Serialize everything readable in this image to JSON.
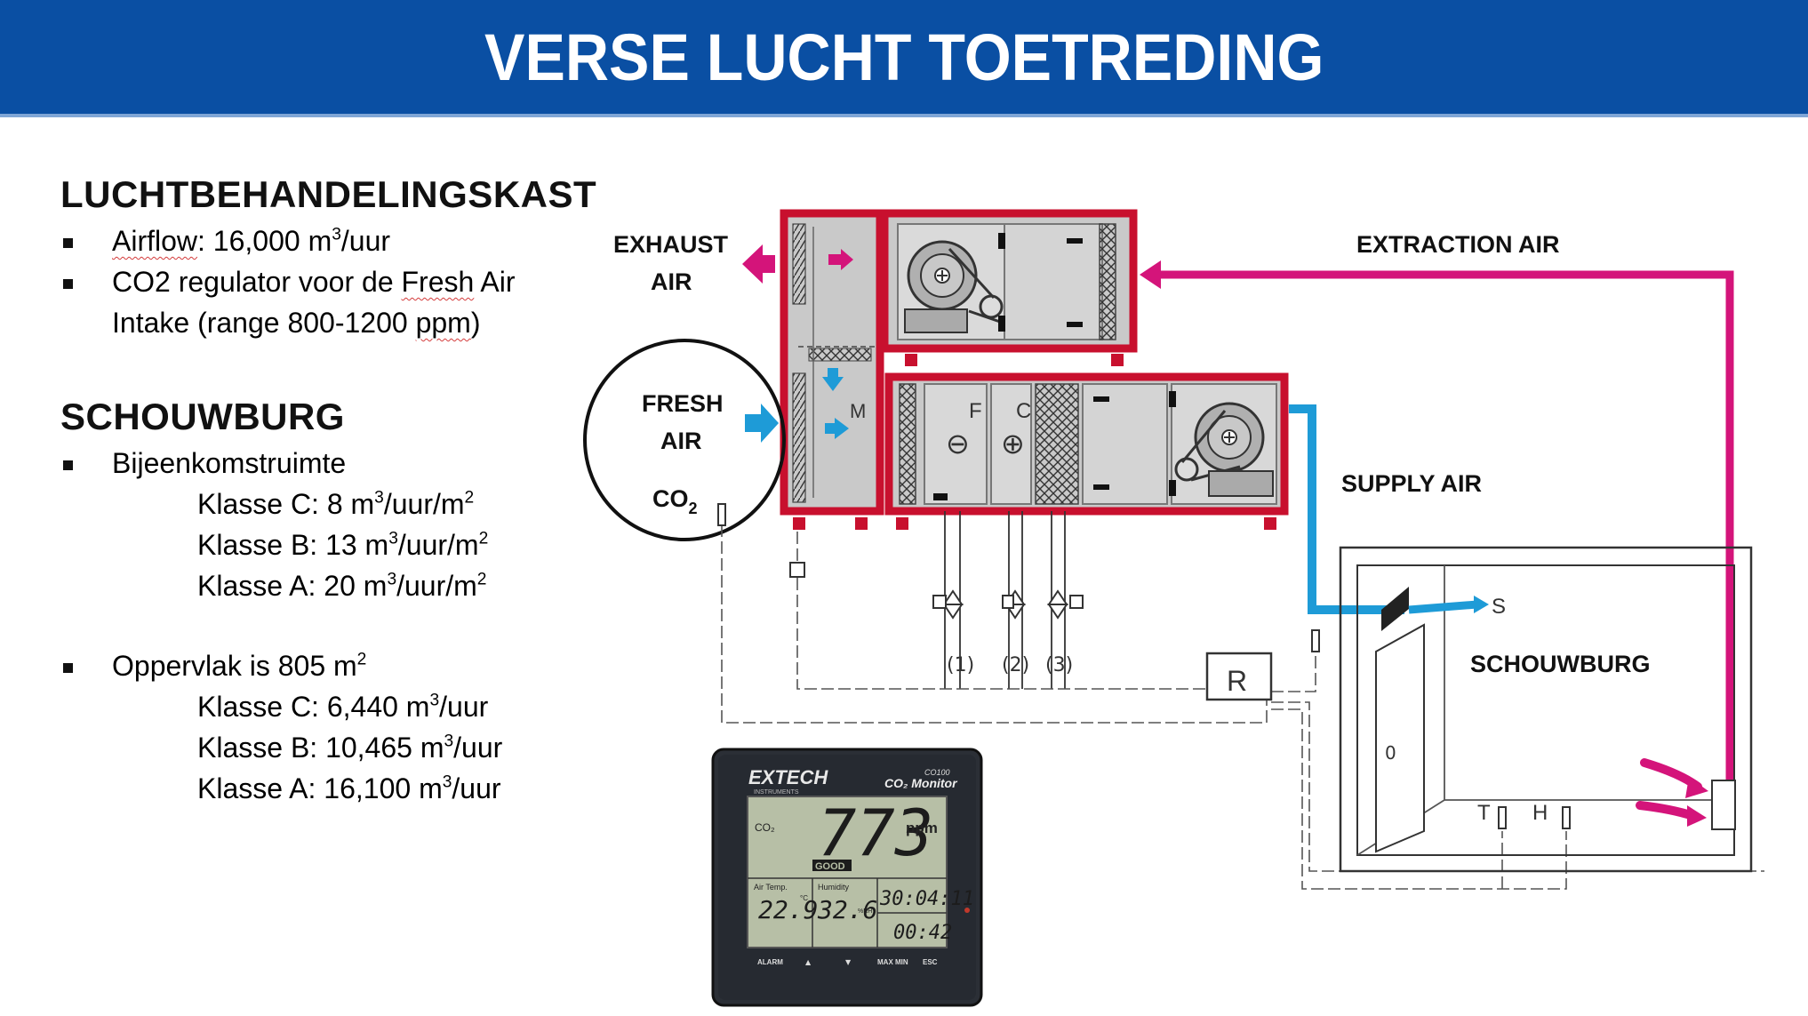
{
  "title": "VERSE LUCHT TOETREDING",
  "section1": {
    "heading": "LUCHTBEHANDELINGSKAST",
    "airflow_label": "Airflow",
    "airflow_value": ": 16,000 m",
    "airflow_unit": "/uur",
    "co2_line1_a": "CO2 regulator voor de ",
    "co2_line1_b": "Fresh",
    "co2_line1_c": " Air",
    "co2_line2_a": "Intake (range 800-1200 ",
    "co2_line2_b": "ppm",
    "co2_line2_c": ")"
  },
  "section2": {
    "heading": "SCHOUWBURG",
    "bullet1": "Bijeenkomstruimte",
    "klasse_rates": [
      {
        "label": "Klasse C:   8 m",
        "rest": "/uur/m"
      },
      {
        "label": "Klasse B: 13 m",
        "rest": "/uur/m"
      },
      {
        "label": "Klasse A: 20 m",
        "rest": "/uur/m"
      }
    ],
    "bullet2": "Oppervlak is 805 m",
    "klasse_volumes": [
      {
        "label": "Klasse C:   6,440 m",
        "rest": "/uur"
      },
      {
        "label": "Klasse B: 10,465 m",
        "rest": "/uur"
      },
      {
        "label": "Klasse A: 16,100 m",
        "rest": "/uur"
      }
    ],
    "sup3": "3",
    "sup2": "2"
  },
  "diagram": {
    "exhaust_air": [
      "EXHAUST",
      "AIR"
    ],
    "extraction_air": "EXTRACTION AIR",
    "fresh_air": [
      "FRESH",
      "AIR"
    ],
    "co2": "CO",
    "co2_sub": "2",
    "supply_air": "SUPPLY AIR",
    "schouwburg": "SCHOUWBURG",
    "letter_m": "M",
    "letter_f": "F",
    "letter_c": "C",
    "minus": "⊖",
    "plus": "⊕",
    "valves": [
      "(1)",
      "(2)",
      "(3)"
    ],
    "r": "R",
    "s": "S",
    "t": "T",
    "h": "H",
    "door_o": "0"
  },
  "monitor": {
    "brand": "EXTECH",
    "brand_sub": "INSTRUMENTS",
    "model": "CO100",
    "product": "CO₂ Monitor",
    "co2_label": "CO₂",
    "reading": "773",
    "unit": "ppm",
    "status": "GOOD",
    "air_temp_label": "Air Temp.",
    "air_temp": "22.9",
    "temp_unit": "°C",
    "humidity_label": "Humidity",
    "humidity": "32.6",
    "humidity_unit": "%RH",
    "date": "30:04:11",
    "time": "00:42",
    "buttons": [
      "ALARM",
      "▲",
      "▼",
      "MAX MIN",
      "ESC"
    ]
  },
  "colors": {
    "title_bg": "#0a4fa3",
    "ahu_red": "#c8102e",
    "extraction_magenta": "#d4147a",
    "supply_blue": "#1e9bd7",
    "ahu_grey": "#c9c9c9"
  }
}
